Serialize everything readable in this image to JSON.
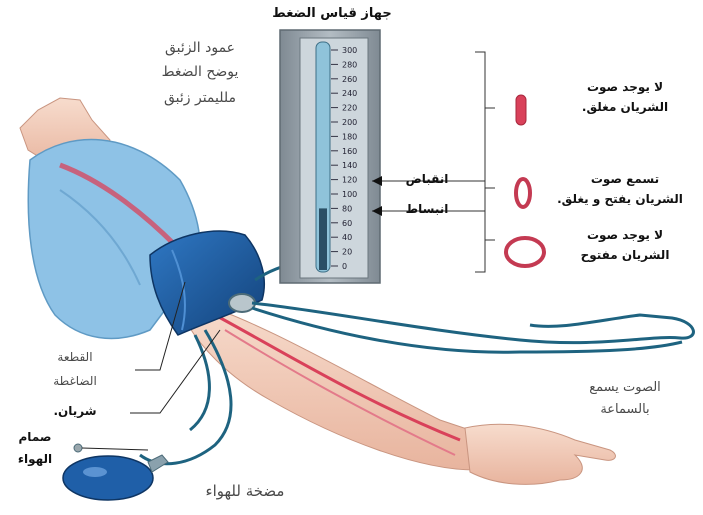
{
  "title": "جهاز قياس الضغط",
  "mercury_column": [
    "عمود الزئبق",
    "يوضح الضغط",
    "ملليمتر زئبق"
  ],
  "scale": {
    "ticks": [
      "300",
      "280",
      "260",
      "240",
      "220",
      "200",
      "180",
      "160",
      "140",
      "120",
      "100",
      "80",
      "60",
      "40",
      "20",
      "0"
    ],
    "systolic_value": 120,
    "diastolic_value": 80
  },
  "systolic_label": "انقباض",
  "diastolic_label": "انبساط",
  "states": [
    [
      "لا يوجد صوت",
      "الشريان مغلق."
    ],
    [
      "تسمع صوت",
      "الشريان يفتح و يغلق."
    ],
    [
      "لا يوجد صوت",
      "الشريان مفتوح"
    ]
  ],
  "left_labels": {
    "cuff": [
      "القطعة",
      "الضاغطة"
    ],
    "artery": "شريان.",
    "valve": [
      "صمام",
      "الهواء"
    ]
  },
  "pump_label": "مضخة للهواء",
  "stethoscope_label": [
    "الصوت يسمع",
    "بالسماعة"
  ],
  "colors": {
    "sleeve": "#8ec2e6",
    "cuff": "#1f5fa8",
    "skin": "#f3cdbb",
    "artery": "#d9415a",
    "tube": "#1e6380",
    "gauge_panel": "#9aa4ac",
    "mercury_tube": "#7fb9d2"
  }
}
